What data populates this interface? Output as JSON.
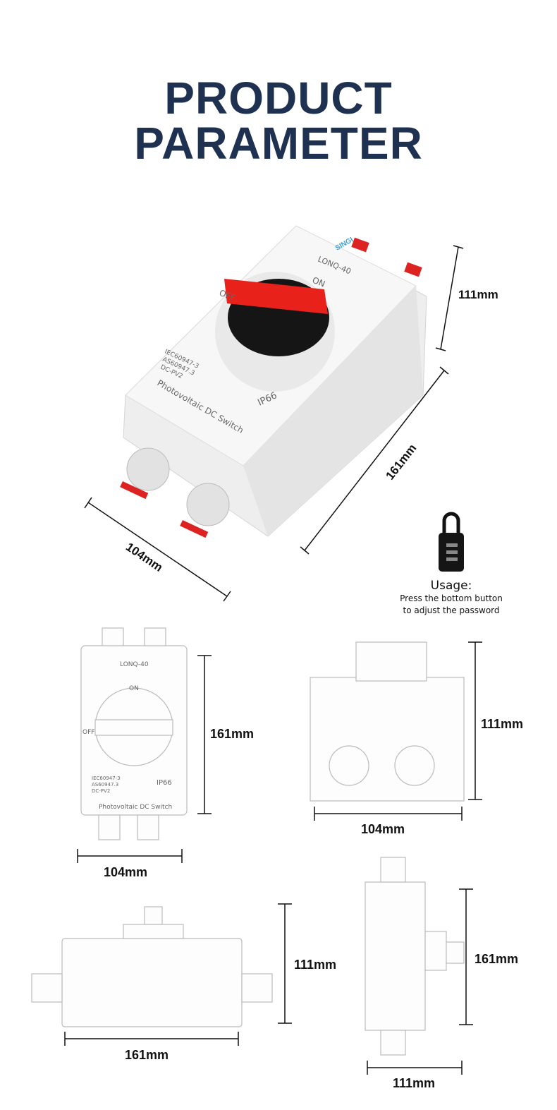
{
  "title": {
    "line1": "PRODUCT",
    "line2": "PARAMETER"
  },
  "product": {
    "brand": "SINGI",
    "model": "LONQ-40",
    "on_label": "ON",
    "off_label": "OFF",
    "standards": [
      "IEC60947-3",
      "AS60947.3",
      "DC-PV2"
    ],
    "rating": "IP66",
    "name": "Photovoltaic DC Switch"
  },
  "usage": {
    "heading": "Usage:",
    "line1": "Press the bottom button",
    "line2": "to adjust the password"
  },
  "dimensions": {
    "main": {
      "height": "111mm",
      "length": "161mm",
      "width": "104mm"
    },
    "front": {
      "height": "161mm",
      "width": "104mm"
    },
    "bottom": {
      "height": "111mm",
      "width": "104mm"
    },
    "side": {
      "height": "111mm",
      "width": "161mm"
    },
    "end": {
      "height": "161mm",
      "width": "111mm"
    }
  },
  "colors": {
    "title": "#1f3150",
    "knob_red": "#e8221b",
    "knob_black": "#151515"
  }
}
